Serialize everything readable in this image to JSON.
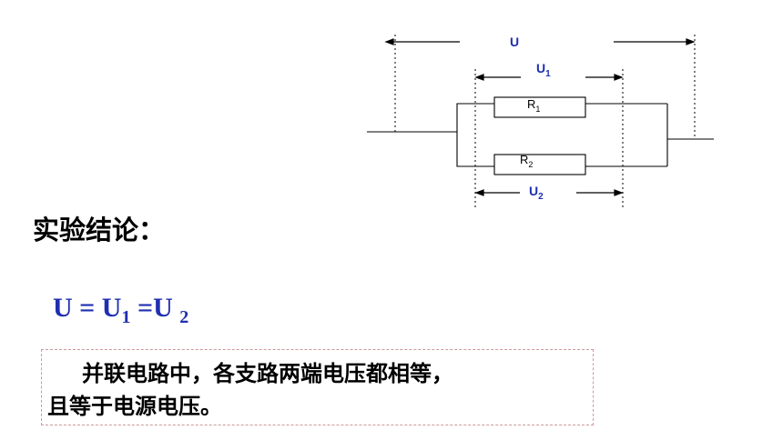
{
  "diagram": {
    "total_voltage_label": "U",
    "branch1_voltage_label": "U",
    "branch1_voltage_sub": "1",
    "branch2_voltage_label": "U",
    "branch2_voltage_sub": "2",
    "resistor1_label": "R",
    "resistor1_sub": "1",
    "resistor2_label": "R",
    "resistor2_sub": "2"
  },
  "conclusion": {
    "title": "实验结论：",
    "equation": {
      "u": "U",
      "u1": "U",
      "sub1": "1",
      "u2": "U",
      "sub2": "2",
      "eq": "="
    },
    "text_line1": "并联电路中，各支路两端电压都相等，",
    "text_line2": "且等于电源电压。"
  },
  "colors": {
    "accent": "#1f2fb0",
    "box_border": "#cc9999",
    "line": "#000000"
  }
}
